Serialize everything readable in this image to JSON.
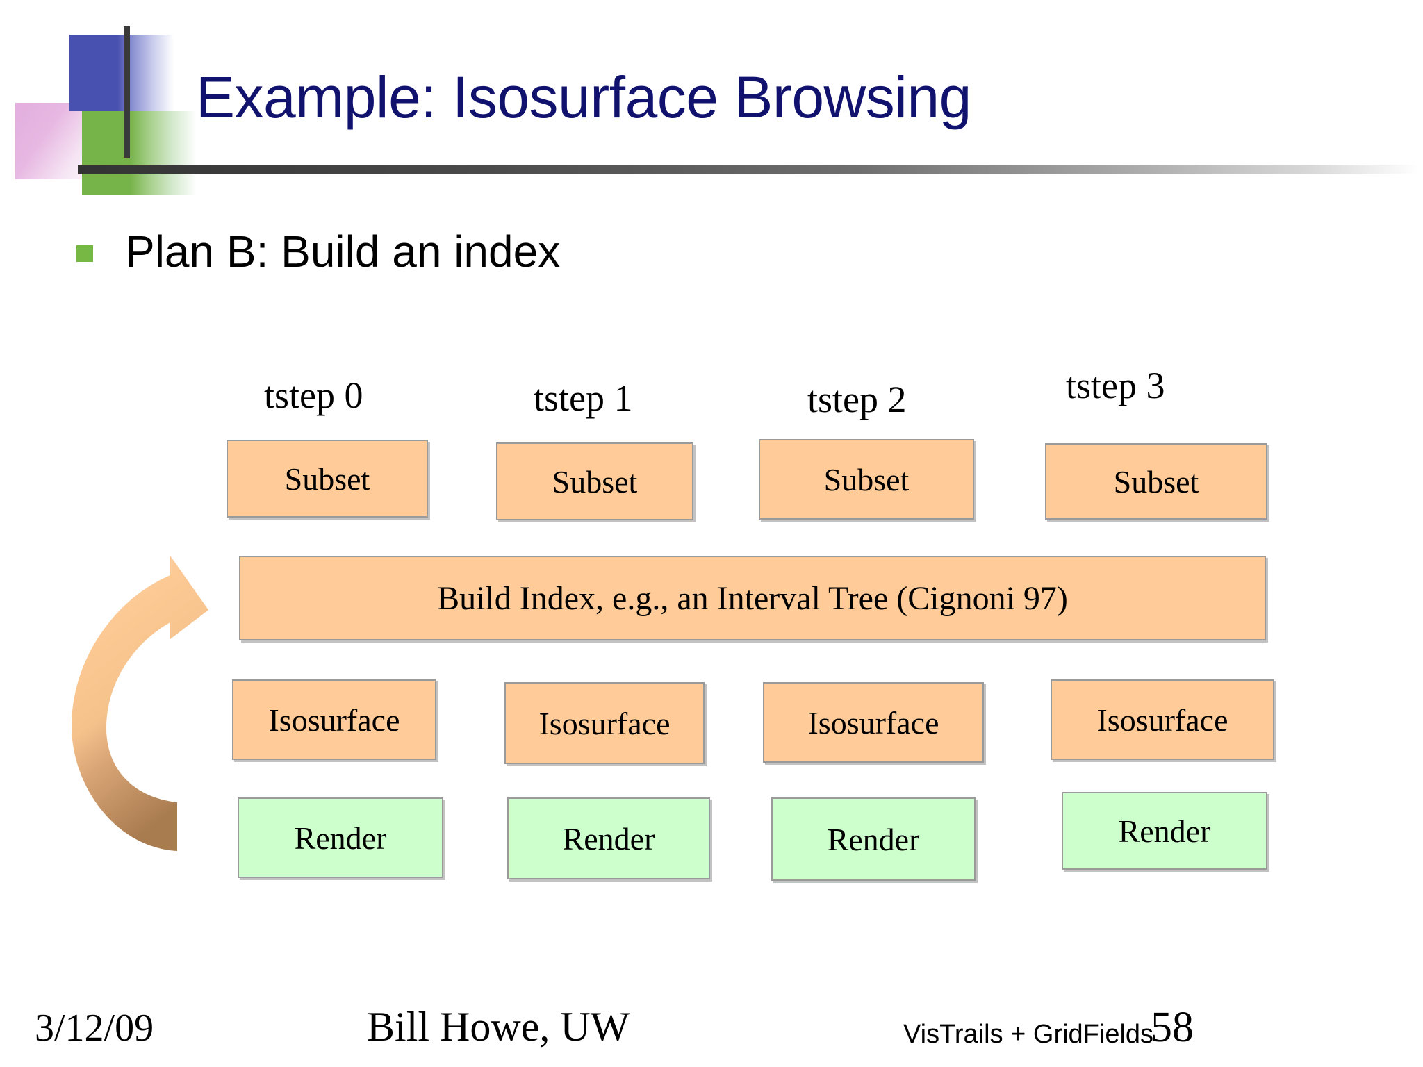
{
  "slide": {
    "title": "Example: Isosurface Browsing",
    "bullet": "Plan B: Build an index",
    "title_color": "#10126e",
    "bullet_marker_color": "#77b844"
  },
  "colors": {
    "box_orange_fill": "#ffcc99",
    "box_green_fill": "#ccffcc",
    "box_border": "#9a9a9a",
    "arrow_top": "#fcc994",
    "arrow_bottom": "#b08154",
    "logo_blue": "#4850b0",
    "logo_green": "#76b349",
    "logo_pink": "#e2aede",
    "rule_dark": "#333333"
  },
  "diagram": {
    "columns": [
      {
        "tstep_label": "tstep 0",
        "subset": "Subset",
        "isosurface": "Isosurface",
        "render": "Render"
      },
      {
        "tstep_label": "tstep 1",
        "subset": "Subset",
        "isosurface": "Isosurface",
        "render": "Render"
      },
      {
        "tstep_label": "tstep 2",
        "subset": "Subset",
        "isosurface": "Isosurface",
        "render": "Render"
      },
      {
        "tstep_label": "tstep 3",
        "subset": "Subset",
        "isosurface": "Isosurface",
        "render": "Render"
      }
    ],
    "build_index_bar": "Build Index, e.g., an Interval Tree (Cignoni 97)",
    "feedback_arrow": "loop-back-arrow"
  },
  "footer": {
    "date": "3/12/09",
    "author": "Bill Howe, UW",
    "project": "VisTrails + GridFields",
    "page_number": "58"
  }
}
